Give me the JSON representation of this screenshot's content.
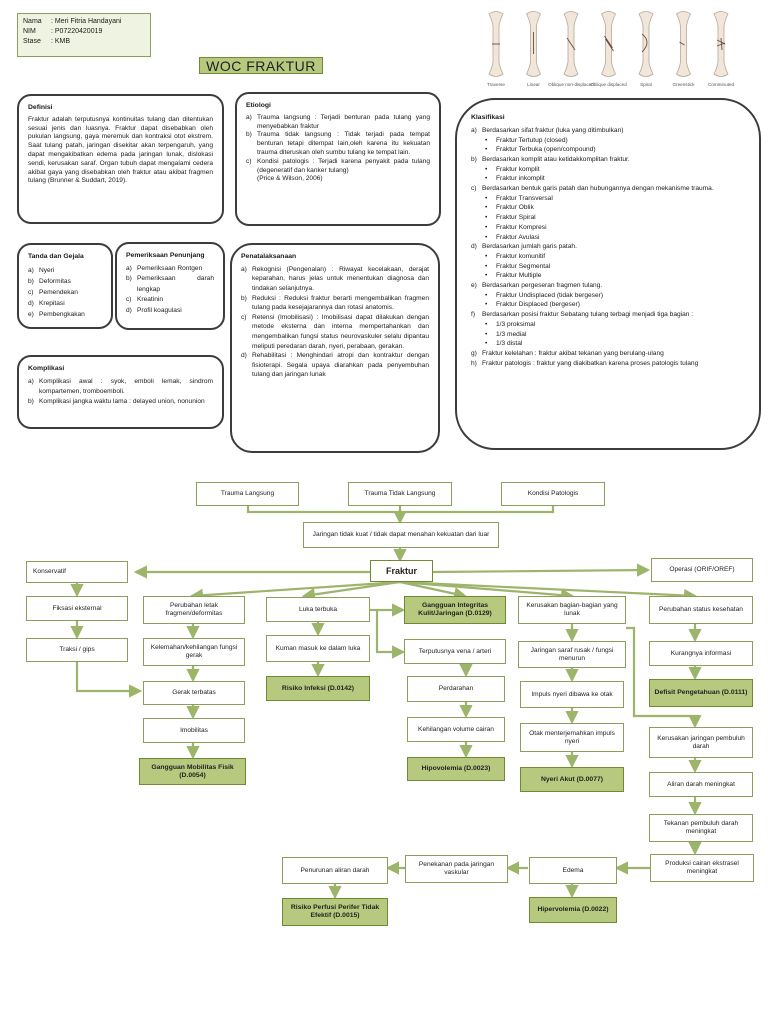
{
  "identity": {
    "nama_label": "Nama",
    "nama_value": ": Meri Fitria Handayani",
    "nim_label": "NIM",
    "nim_value": ": P07220420019",
    "stase_label": "Stase",
    "stase_value": ": KMB"
  },
  "title": "WOC FRAKTUR",
  "fracture_types": [
    "Traverse",
    "Linear",
    "Oblique non-displaced",
    "Oblique displaced",
    "Spiral",
    "Greenstick",
    "Comminuted"
  ],
  "definisi": {
    "heading": "Definisi",
    "text": "Fraktur adalah terputusnya kontinuitas tulang dan ditentukan sesuai jenis dan luasnya. Fraktur dapat disebabkan oleh pukulan langsung, gaya meremuk dan kontraksi otot ekstrem. Saat tulang patah, jaringan disekitar akan terpengaruh, yang dapat mengakibatkan edema pada jaringan lunak, dislokasi sendi, kerusakan saraf. Organ tubuh dapat mengalami cedera akibat gaya yang disebabkan oleh fraktur atau akibat fragmen tulang (Brunner & Suddart, 2019)."
  },
  "etiologi": {
    "heading": "Etiologi",
    "items": [
      {
        "m": "a)",
        "t": "Trauma langsung : Terjadi benturan pada tulang yang menyebabkan fraktur"
      },
      {
        "m": "b)",
        "t": "Trauma tidak langsung : Tidak terjadi pada tempat benturan tetapi ditempat lain,oleh karena itu kekuatan trauma diteruskan oleh sumbu tulang ke tempat lain."
      },
      {
        "m": "c)",
        "t": "Kondisi patologis : Terjadi karena penyakit pada tulang (degeneratif dan kanker tulang)"
      }
    ],
    "source": "(Price & Wilson, 2006)"
  },
  "klasifikasi": {
    "heading": "Klasifikasi",
    "groups": [
      {
        "m": "a)",
        "t": "Berdasarkan sifat fraktur (luka yang ditimbulkan)",
        "sub": [
          "Fraktur Tertutup (closed)",
          "Fraktur Terbuka (open/compound)"
        ]
      },
      {
        "m": "b)",
        "t": "Berdasarkan komplit atau ketidakkomplitan fraktur.",
        "sub": [
          "Fraktur komplit",
          "Fraktur inkomplit"
        ]
      },
      {
        "m": "c)",
        "t": "Berdasarkan bentuk garis patah dan hubungannya dengan mekanisme trauma.",
        "sub": [
          "Fraktur Transversal",
          "Fraktur Oblik",
          "Fraktur Spiral",
          "Fraktur Kompresi",
          "Fraktur Avulasi"
        ]
      },
      {
        "m": "d)",
        "t": "Berdasarkan jumlah garis patah.",
        "sub": [
          "Fraktur komunitif",
          "Fraktur Segmental",
          "Fraktur Multiple"
        ]
      },
      {
        "m": "e)",
        "t": "Berdasarkan pergeseran fragmen tulang.",
        "sub": [
          "Fraktur Undisplaced (tidak bergeser)",
          "Fraktur Displaced (bergeser)"
        ]
      },
      {
        "m": "f)",
        "t": "Berdasarkan posisi fraktur Sebatang tulang terbagi menjadi tiga bagian :",
        "sub": [
          "1/3 proksimal",
          "1/3 medial",
          "1/3 distal"
        ]
      },
      {
        "m": "g)",
        "t": "Fraktur kelelahan : fraktur akibat tekanan yang berulang-ulang",
        "sub": []
      },
      {
        "m": "h)",
        "t": "Fraktur patologis : fraktur yang diakibatkan karena proses patologis tulang",
        "sub": []
      }
    ]
  },
  "tanda": {
    "heading": "Tanda dan Gejala",
    "items": [
      {
        "m": "a)",
        "t": "Nyeri"
      },
      {
        "m": "b)",
        "t": "Deformitas"
      },
      {
        "m": "c)",
        "t": "Pemendekan"
      },
      {
        "m": "d)",
        "t": "Krepitasi"
      },
      {
        "m": "e)",
        "t": "Pembengkakan"
      }
    ]
  },
  "pemeriksaan": {
    "heading": "Pemeriksaan Penunjang",
    "items": [
      {
        "m": "a)",
        "t": "Pemeriksaan Rontgen"
      },
      {
        "m": "b)",
        "t": "Pemeriksaan darah lengkap"
      },
      {
        "m": "c)",
        "t": "Kreatinin"
      },
      {
        "m": "d)",
        "t": "Profil koagulasi"
      }
    ]
  },
  "komplikasi": {
    "heading": "Komplikasi",
    "items": [
      {
        "m": "a)",
        "t": "Komplikasi awal : syok, emboli lemak, sindrom kompartemen, tromboemboli."
      },
      {
        "m": "b)",
        "t": "Komplikasi jangka waktu lama : delayed union, nonunion"
      }
    ]
  },
  "penatalaksanaan": {
    "heading": "Penatalaksanaan",
    "items": [
      {
        "m": "a)",
        "t": "Rekognisi (Pengenalan) : Riwayat kecelakaan, derajat keparahan, harus jelas untuk menentukan diagnosa dan tindakan selanjutnya."
      },
      {
        "m": "b)",
        "t": "Reduksi : Reduksi fraktur berarti mengembalikan fragmen tulang pada kesejajarannya dan rotasi anatomis."
      },
      {
        "m": "c)",
        "t": "Retensi (Imobilisasi) : Imobilisasi dapat dilakukan dengan metode eksterna dan interna mempertahankan dan mengembalikan fungsi status neurovaskuler selalu dipantau meliputi peredaran darah, nyeri, perabaan, gerakan."
      },
      {
        "m": "d)",
        "t": "Rehabilitasi : Menghindari atropi dan kontraktur dengan fisioterapi. Segala upaya diarahkan pada penyembuhan tulang dan jaringan lunak"
      }
    ]
  },
  "flow": {
    "trauma_langsung": "Trauma Langsung",
    "trauma_tidak_langsung": "Trauma Tidak Langsung",
    "kondisi_patologis": "Kondisi Patologis",
    "jaringan": "Jaringan tidak kuat / tidak dapat menahan kekuatan dari luar",
    "fraktur": "Fraktur",
    "konservatif": "Konservatif",
    "operasi": "Operasi (ORIF/OREF)",
    "fiksasi": "Fiksasi eksternal",
    "traksi": "Traksi / gips",
    "perubahan_letak": "Perubahan letak fragmen/deformitas",
    "kelemahan": "Kelemahan/kehilangan fungsi gerak",
    "gerak": "Gerak terbatas",
    "imobilitas": "Imobilitas",
    "dx_mobilitas": "Gangguan Mobilitas Fisik (D.0054)",
    "luka": "Luka terbuka",
    "kuman": "Kuman masuk ke dalam luka",
    "dx_infeksi": "Risiko Infeksi (D.0142)",
    "dx_integritas": "Gangguan Integritas Kulit/Jaringan (D.0129)",
    "terputusnya": "Terputusnya vena / arteri",
    "perdarahan": "Perdarahan",
    "kehilangan_volume": "Kehilangan volume cairan",
    "dx_hipovolemia": "Hipovolemia (D.0023)",
    "kerusakan_bagian": "Kerusakan bagian-bagian yang lunak",
    "jaringan_saraf": "Jaringan saraf rusak / fungsi menurun",
    "impuls": "Impuls nyeri dibawa ke otak",
    "otak": "Otak menterjemahkan impuls nyeri",
    "dx_nyeri": "Nyeri Akut (D.0077)",
    "perubahan_status": "Perubahan status kesehatan",
    "kurang_informasi": "Kurangnya informasi",
    "dx_pengetahuan": "Defisit Pengetahuan (D.0111)",
    "kerusakan_pembuluh": "Kerusakan jaringan pembuluh darah",
    "aliran_meningkat": "Aliran darah meningkat",
    "tekanan": "Tekanan pembuluh darah meningkat",
    "produksi": "Produksi cairan ekstrasel meningkat",
    "edema": "Edema",
    "dx_hipervolemia": "Hipervolemia (D.0022)",
    "penekanan": "Penekanan pada jaringan vaskular",
    "penurunan": "Penurunan aliran darah",
    "dx_perfusi": "Risiko Perfusi Perifer Tidak Efektif (D.0015)"
  },
  "colors": {
    "accent": "#b7c97e",
    "accent_border": "#6f8a30",
    "line": "#9cb56a",
    "panel_border": "#3c3c3c"
  }
}
